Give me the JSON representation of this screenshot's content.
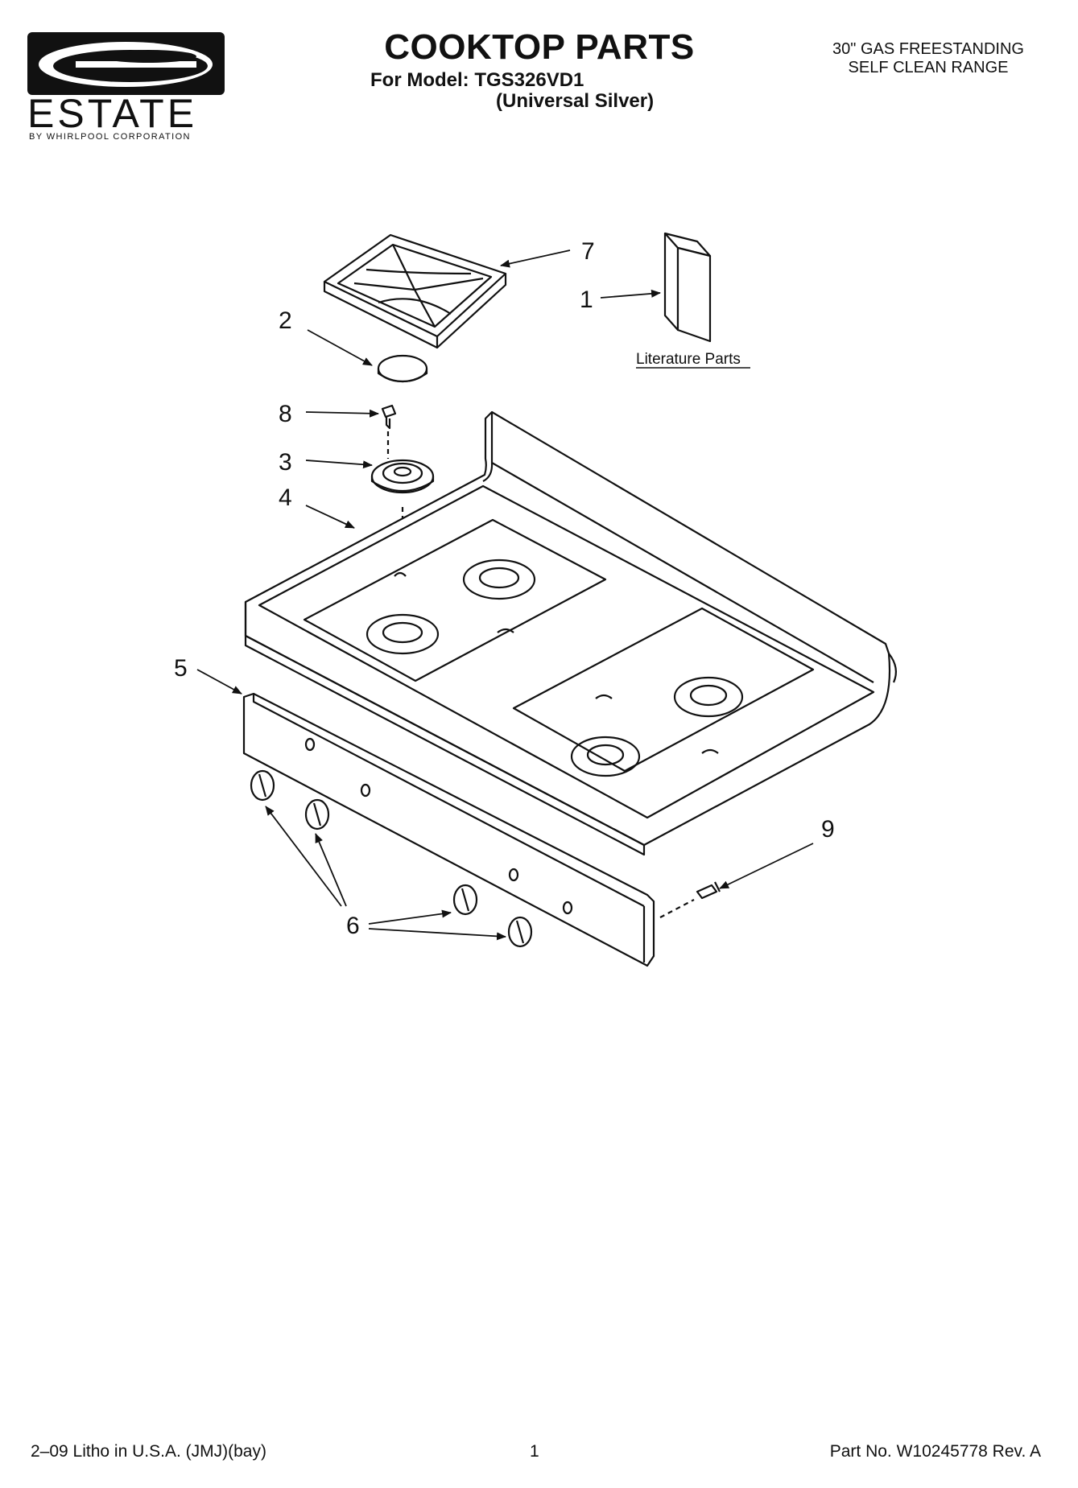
{
  "brand": {
    "name": "ESTATE",
    "tagline": "BY WHIRLPOOL CORPORATION"
  },
  "header": {
    "title": "COOKTOP PARTS",
    "model_line": "For Model: TGS326VD1",
    "variant": "(Universal Silver)",
    "description_line1": "30\" GAS FREESTANDING",
    "description_line2": "SELF CLEAN RANGE"
  },
  "diagram": {
    "callouts": {
      "c1": "1",
      "c2": "2",
      "c3": "3",
      "c4": "4",
      "c5": "5",
      "c6": "6",
      "c7": "7",
      "c8": "8",
      "c9": "9"
    },
    "literature_label": "Literature Parts"
  },
  "footer": {
    "left": "2–09 Litho in U.S.A. (JMJ)(bay)",
    "page": "1",
    "right": "Part No. W10245778 Rev. A"
  }
}
